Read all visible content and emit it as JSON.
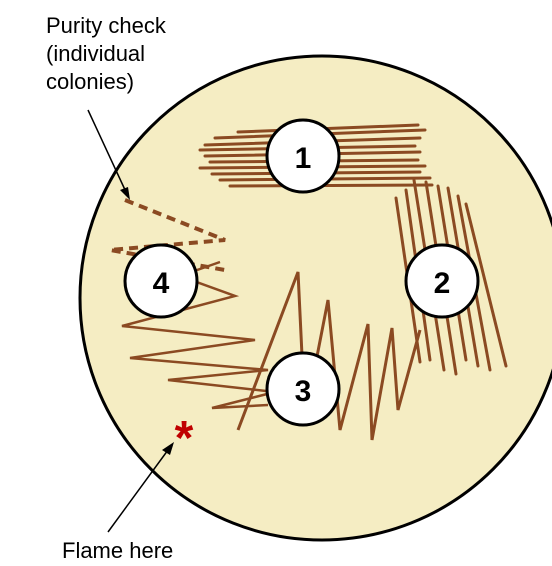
{
  "labels": {
    "purity_line1": "Purity check",
    "purity_line2": "(individual",
    "purity_line3": "colonies)",
    "flame": "Flame here"
  },
  "sections": [
    {
      "number": "1"
    },
    {
      "number": "2"
    },
    {
      "number": "3"
    },
    {
      "number": "4"
    }
  ],
  "colors": {
    "agar": "#f5edc3",
    "streak": "#8b4a22",
    "flame_mark": "#c00000"
  }
}
